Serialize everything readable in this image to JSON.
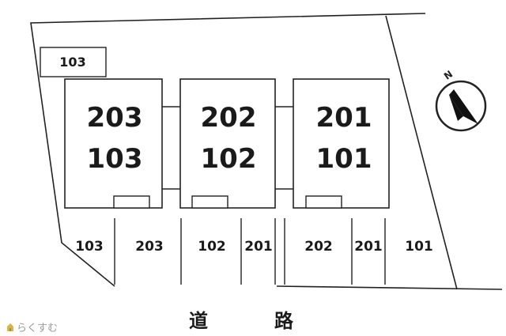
{
  "buildings": [
    {
      "upper": "203",
      "lower": "103"
    },
    {
      "upper": "202",
      "lower": "102"
    },
    {
      "upper": "201",
      "lower": "101"
    }
  ],
  "corner_slot": "103",
  "parking_slots": [
    "103",
    "203",
    "102",
    "201",
    "202",
    "201",
    "101"
  ],
  "compass": {
    "north_letter": "N"
  },
  "road": {
    "label": "道　路"
  },
  "brand": {
    "name": "らくすむ"
  }
}
